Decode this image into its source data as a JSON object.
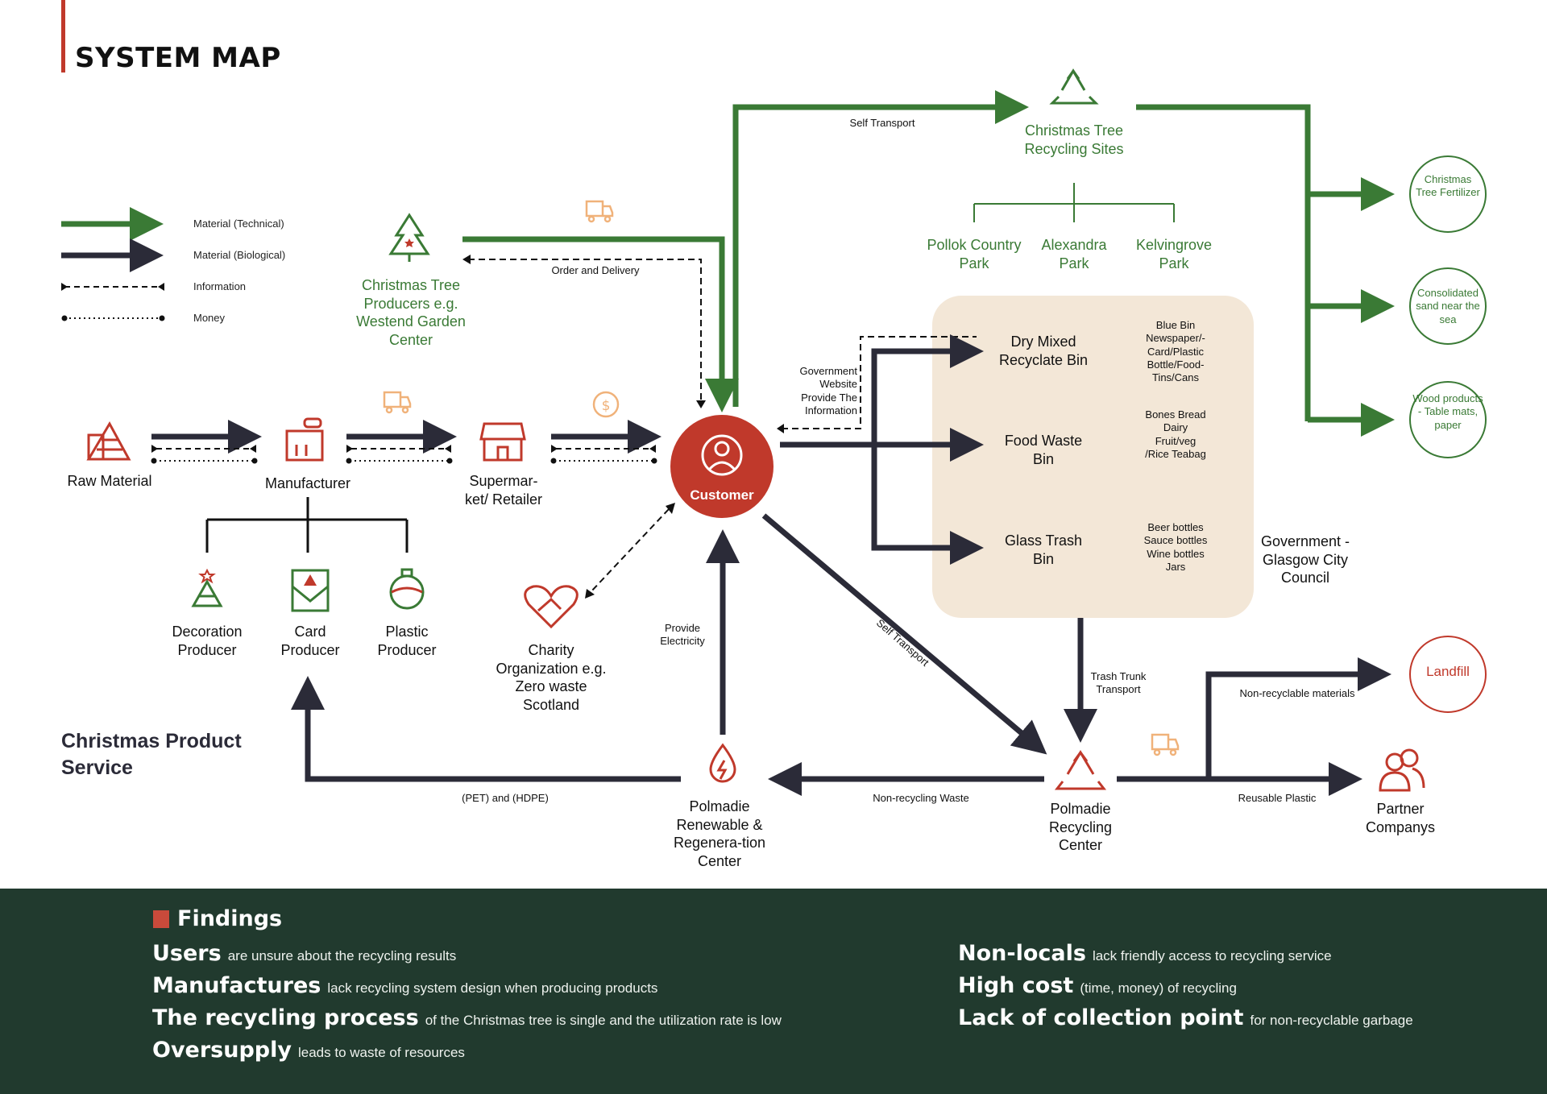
{
  "title": "SYSTEM MAP",
  "colors": {
    "green": "#3a7a35",
    "dark": "#2b2b38",
    "red": "#c0392b",
    "orange": "#f0b27a",
    "panel": "#f3e7d7",
    "footer": "#213a2e"
  },
  "legend": [
    {
      "label": "Material (Technical)",
      "style": "green-arrow"
    },
    {
      "label": "Material (Biological)",
      "style": "dark-arrow"
    },
    {
      "label": "Information",
      "style": "dashed"
    },
    {
      "label": "Money",
      "style": "dotted"
    }
  ],
  "nodes": {
    "producers": "Christmas Tree Producers e.g. Westend Garden Center",
    "raw_material": "Raw Material",
    "manufacturer": "Manufacturer",
    "supermarket": "Supermar-ket/ Retailer",
    "customer": "Customer",
    "decoration": "Decoration Producer",
    "card": "Card Producer",
    "plastic": "Plastic Producer",
    "charity": "Charity Organization e.g. Zero waste Scotland",
    "recycling_sites": "Christmas Tree Recycling Sites",
    "pollok": "Pollok Country Park",
    "alexandra": "Alexandra Park",
    "kelvingrove": "Kelvingrove Park",
    "dry_bin": "Dry Mixed Recyclate Bin",
    "dry_bin_items": "Blue Bin Newspaper/- Card/Plastic Bottle/Food- Tins/Cans",
    "food_bin": "Food Waste Bin",
    "food_bin_items": "Bones Bread Dairy Fruit/veg /Rice Teabag",
    "glass_bin": "Glass Trash Bin",
    "glass_bin_items": "Beer bottles Sauce bottles Wine bottles Jars",
    "government": "Government - Glasgow City Council",
    "fertilizer": "Christmas Tree Fertilizer",
    "sand": "Consolidated sand near the sea",
    "wood": "Wood products - Table mats, paper",
    "landfill": "Landfill",
    "polmadie_recycling": "Polmadie Recycling Center",
    "polmadie_renewable": "Polmadie Renewable & Regenera-tion Center",
    "partner": "Partner Companys",
    "christmas_product_service": "Christmas Product Service"
  },
  "edge_labels": {
    "self_transport_top": "Self Transport",
    "order_delivery": "Order and Delivery",
    "gov_website": "Government Website Provide The Information",
    "provide_electricity": "Provide Electricity",
    "self_transport_diag": "Self Transport",
    "trash_trunk": "Trash Trunk Transport",
    "non_recyclable": "Non-recyclable materials",
    "reusable_plastic": "Reusable Plastic",
    "non_recycling_waste": "Non-recycling Waste",
    "pet_hdpe": "(PET) and (HDPE)"
  },
  "findings": {
    "title": "Findings",
    "items": [
      {
        "big": "Users",
        "small": "are unsure about the recycling results"
      },
      {
        "big": "Manufactures",
        "small": "lack recycling system design when producing products"
      },
      {
        "big": "The recycling process",
        "small": "of the Christmas tree is single and the utilization rate is low"
      },
      {
        "big": "Oversupply",
        "small": "leads to waste of resources"
      },
      {
        "big": "Non-locals",
        "small": "lack friendly access to recycling service"
      },
      {
        "big": "High cost",
        "small": "(time, money) of recycling"
      },
      {
        "big": "Lack of collection point",
        "small": "for non-recyclable garbage"
      }
    ]
  }
}
